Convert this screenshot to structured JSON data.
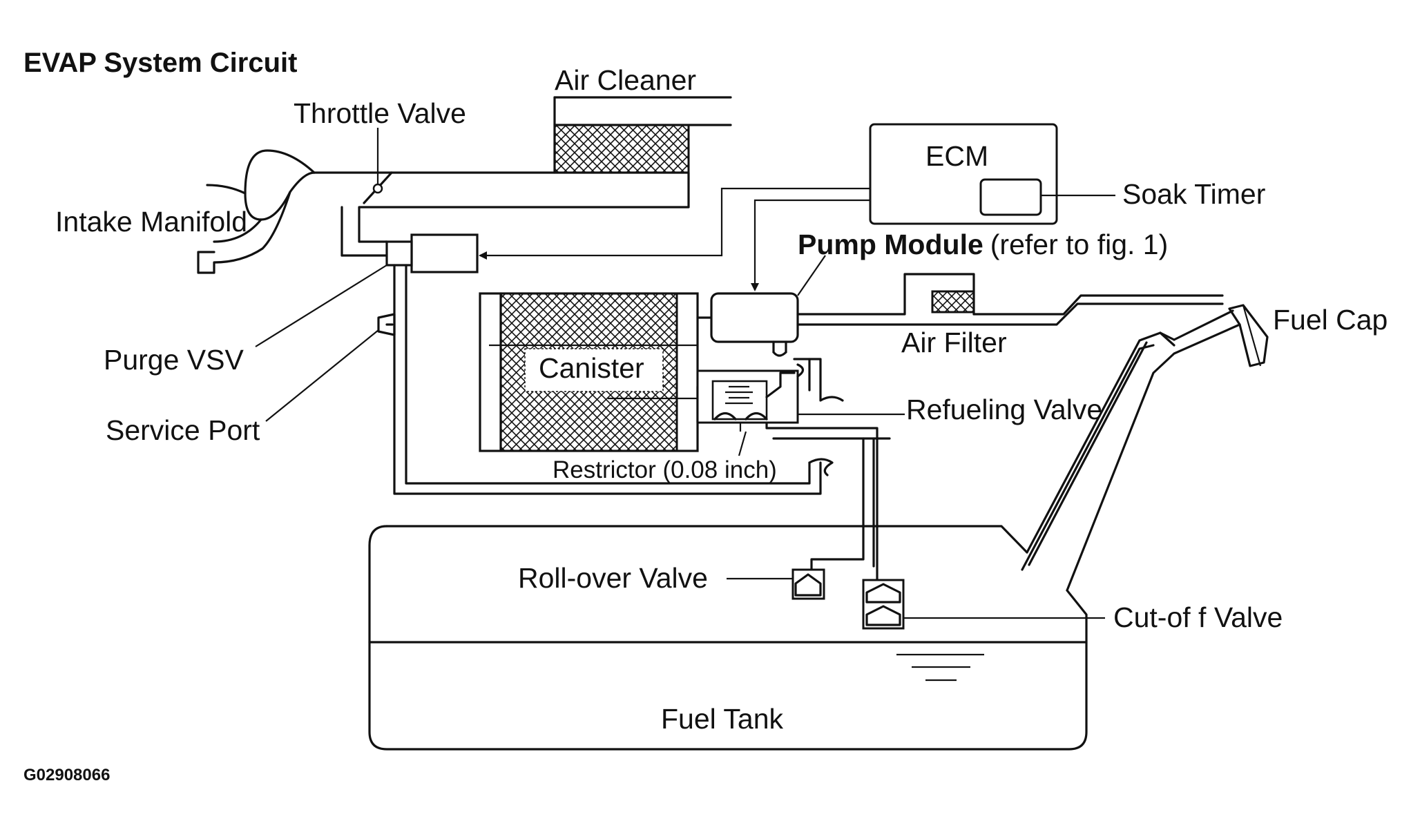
{
  "title": "EVAP System Circuit",
  "figure_code": "G02908066",
  "labels": {
    "air_cleaner": "Air Cleaner",
    "throttle_valve": "Throttle Valve",
    "intake_manifold": "Intake Manifold",
    "ecm": "ECM",
    "soak_timer": "Soak Timer",
    "pump_module_bold": "Pump Module",
    "pump_module_ref": "(refer to fig. 1)",
    "fuel_cap": "Fuel Cap",
    "air_filter": "Air Filter",
    "purge_vsv": "Purge VSV",
    "canister": "Canister",
    "refueling_valve": "Refueling Valve",
    "service_port": "Service Port",
    "restrictor": "Restrictor (0.08 inch)",
    "rollover_valve": "Roll-over  Valve",
    "cutoff_valve": "Cut-of f Valve",
    "fuel_tank": "Fuel Tank"
  }
}
